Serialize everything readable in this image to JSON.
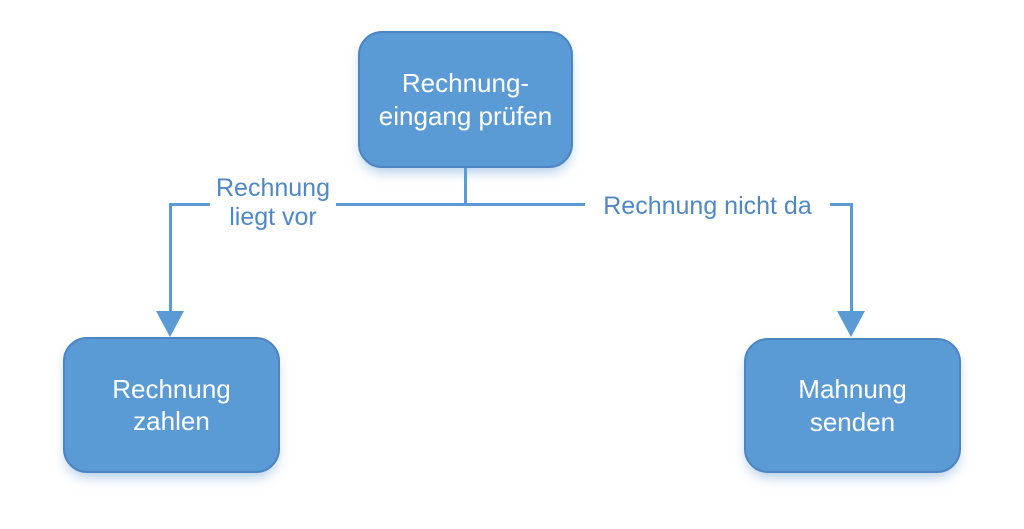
{
  "diagram": {
    "title": "Invoice processing flowchart",
    "colors": {
      "node_fill": "#5b9bd5",
      "node_border": "#4c84c4",
      "node_text": "#ffffff",
      "connector": "#5b9bd5",
      "edge_label_text": "#4e88c7",
      "background": "#ffffff"
    },
    "nodes": {
      "top": {
        "label": "Rechnung-\neingang prüfen"
      },
      "left": {
        "label": "Rechnung\nzahlen"
      },
      "right": {
        "label": "Mahnung\nsenden"
      }
    },
    "edges": {
      "left": {
        "label": "Rechnung\nliegt vor"
      },
      "right": {
        "label": "Rechnung nicht da"
      }
    }
  }
}
